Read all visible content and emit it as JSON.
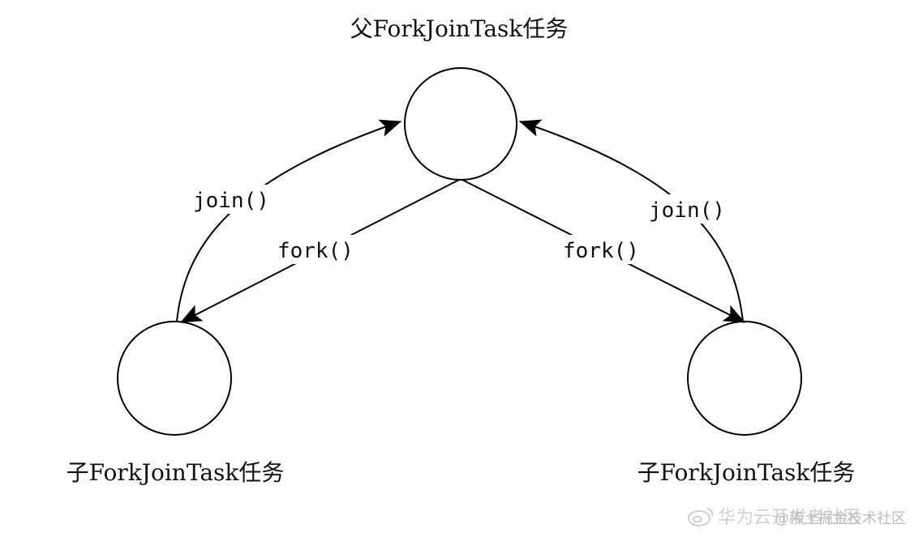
{
  "diagram": {
    "nodes": {
      "parent": {
        "label": "父ForkJoinTask任务"
      },
      "left_child": {
        "label": "子ForkJoinTask任务"
      },
      "right_child": {
        "label": "子ForkJoinTask任务"
      }
    },
    "edges": {
      "fork_left": {
        "label": "fork()"
      },
      "fork_right": {
        "label": "fork()"
      },
      "join_left": {
        "label": "join()"
      },
      "join_right": {
        "label": "join()"
      }
    },
    "colors": {
      "stroke": "#000000",
      "background": "#ffffff",
      "watermark": "#d0d0d0"
    }
  },
  "watermark": {
    "brand": "华为云开发者社区",
    "overlay": "@稀土掘金技术社区"
  }
}
